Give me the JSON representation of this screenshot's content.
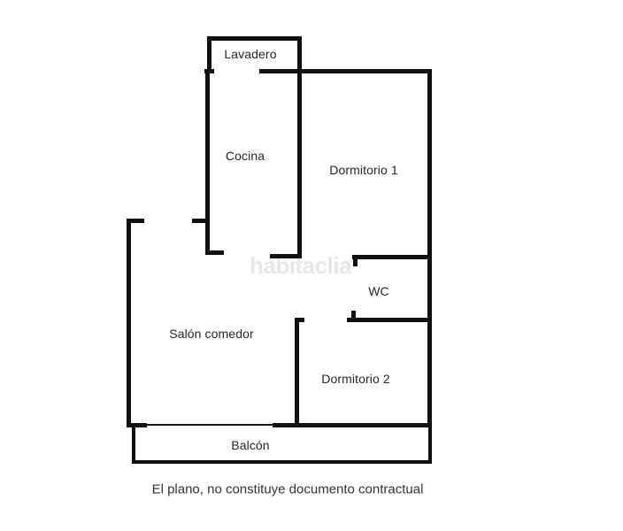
{
  "floorplan": {
    "rooms": [
      {
        "label": "Lavadero"
      },
      {
        "label": "Cocina"
      },
      {
        "label": "Dormitorio 1"
      },
      {
        "label": "WC"
      },
      {
        "label": "Salón comedor"
      },
      {
        "label": "Dormitorio 2"
      },
      {
        "label": "Balcón"
      }
    ],
    "watermark": "habitaclia",
    "caption": "El plano, no constituye documento contractual",
    "colors": {
      "wall": "#111111",
      "label": "#262626",
      "caption": "#333333",
      "watermark": "#e7e7e5",
      "background": "#ffffff"
    }
  }
}
